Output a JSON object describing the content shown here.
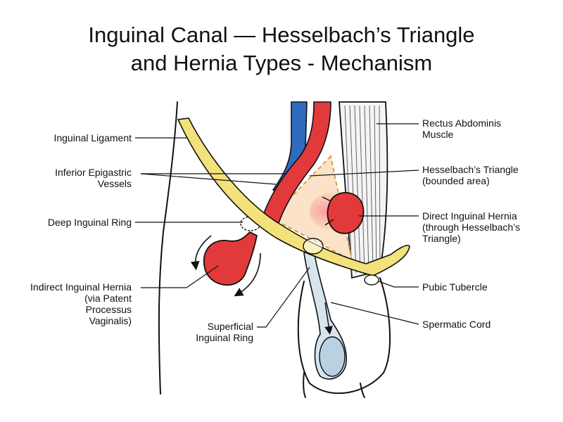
{
  "title": {
    "line1": "Inguinal Canal — Hesselbach’s Triangle",
    "line2": "and Hernia Types - Mechanism"
  },
  "labels": {
    "inguinal_ligament": [
      "Inguinal Ligament"
    ],
    "inferior_epigastric": [
      "Inferior Epigastric",
      "Vessels"
    ],
    "deep_ring": [
      "Deep Inguinal Ring"
    ],
    "indirect_hernia": [
      "Indirect Inguinal Hernia",
      "(via Patent",
      "Processus",
      "Vaginalis)"
    ],
    "superficial_ring": [
      "Superficial",
      "Inguinal Ring"
    ],
    "rectus": [
      "Rectus Abdominis",
      "Muscle"
    ],
    "hesselbach": [
      "Hesselbach’s Triangle",
      "(bounded area)"
    ],
    "direct_hernia": [
      "Direct Inguinal Hernia",
      "(through Hesselbach’s",
      "Triangle)"
    ],
    "pubic_tubercle": [
      "Pubic Tubercle"
    ],
    "spermatic_cord": [
      "Spermatic Cord"
    ]
  },
  "colors": {
    "artery": "#e23a3a",
    "vein": "#2f6cc0",
    "ligament": "#f3e27a",
    "triangle_fill": "#fbe2c8",
    "triangle_border": "#d9962e",
    "cord": "#d6e4ee",
    "muscle": "#f3f3f3",
    "outline": "#111111"
  }
}
